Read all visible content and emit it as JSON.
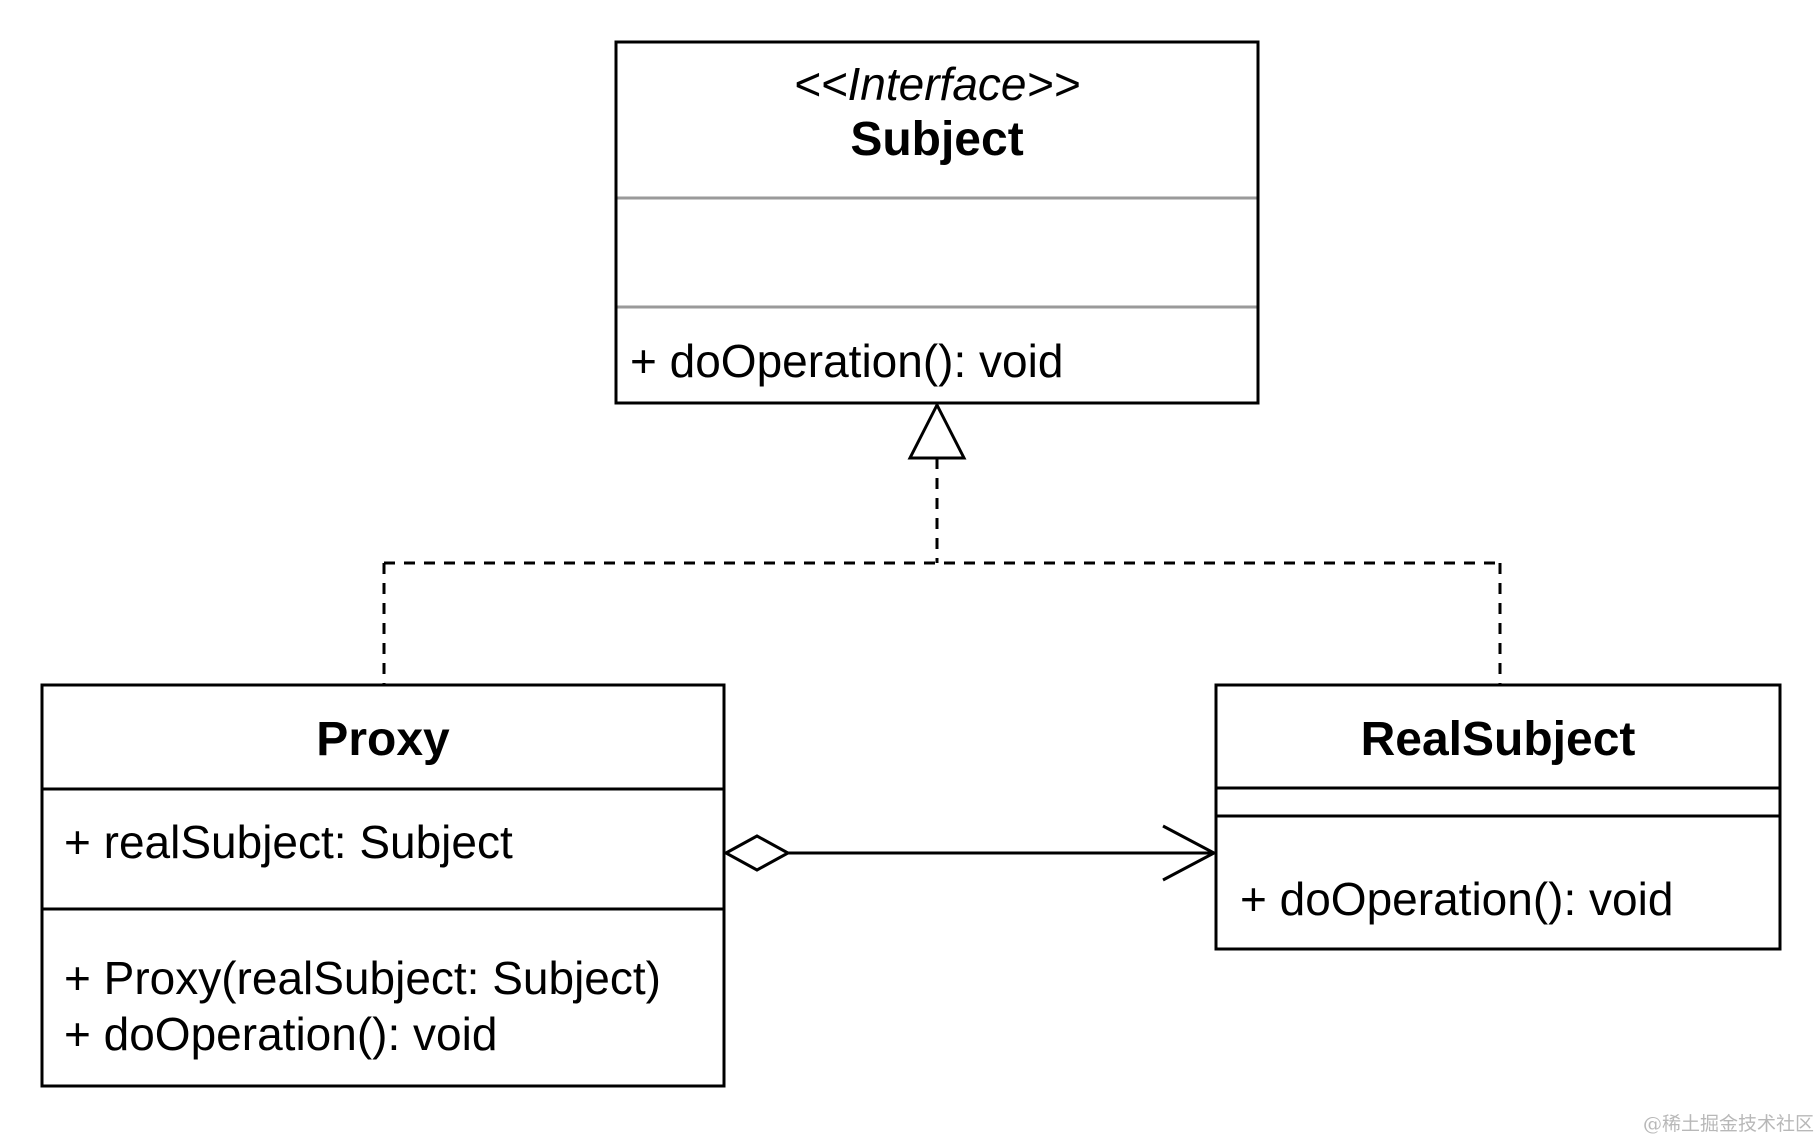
{
  "diagram": {
    "type": "uml-class-diagram",
    "colors": {
      "line": "#000000",
      "compartment_divider": "#9a9a9a",
      "background": "#ffffff",
      "watermark": "#b8b8b8"
    },
    "classes": {
      "subject": {
        "stereotype": "<<Interface>>",
        "name": "Subject",
        "attributes": [],
        "methods": [
          "+ doOperation(): void"
        ]
      },
      "proxy": {
        "name": "Proxy",
        "attributes": [
          "+ realSubject: Subject"
        ],
        "methods": [
          "+ Proxy(realSubject: Subject)",
          "+ doOperation(): void"
        ]
      },
      "real_subject": {
        "name": "RealSubject",
        "attributes": [],
        "methods": [
          "+ doOperation(): void"
        ]
      }
    },
    "relationships": [
      {
        "kind": "realization",
        "from": "Proxy",
        "to": "Subject"
      },
      {
        "kind": "realization",
        "from": "RealSubject",
        "to": "Subject"
      },
      {
        "kind": "aggregation",
        "from": "Proxy",
        "to": "RealSubject"
      }
    ],
    "watermark": "@稀土掘金技术社区"
  }
}
